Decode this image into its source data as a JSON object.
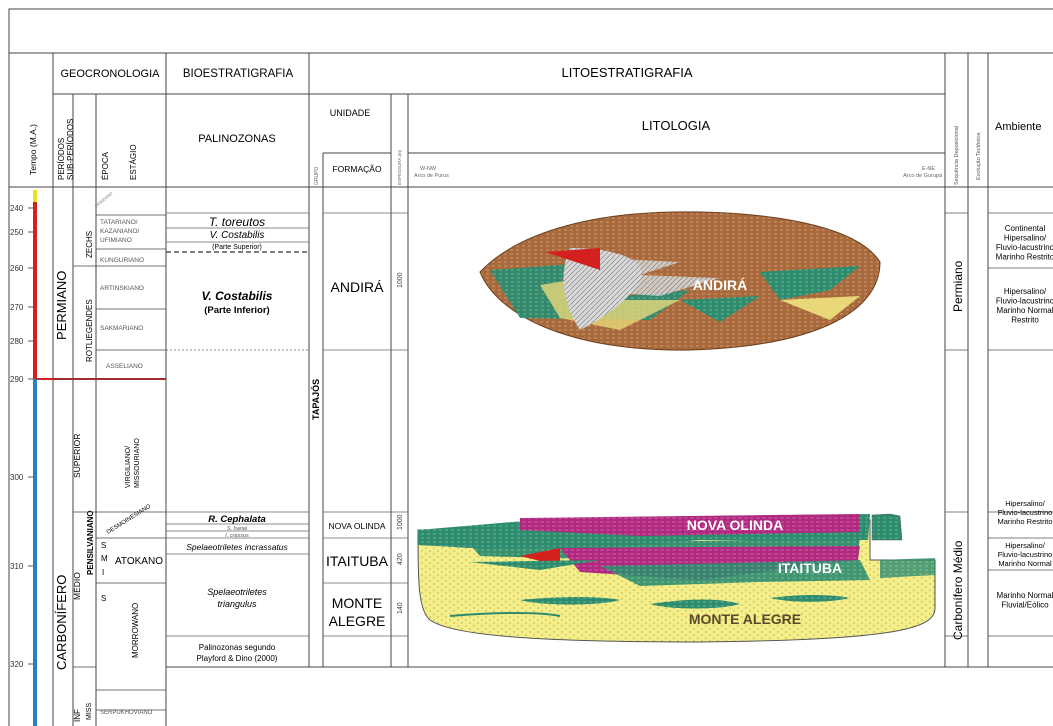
{
  "headers": {
    "geocronologia": "GEOCRONOLOGIA",
    "bioestratigrafia": "BIOESTRATIGRAFIA",
    "litoestratigrafia": "LITOESTRATIGRAFIA",
    "tempo": "Tempo (M.A.)",
    "periodos": "PERÍODOS",
    "subperiodos": "SUB-PERÍODOS",
    "epoca": "ÉPOCA",
    "estagio": "ESTÁGIO",
    "palinozonas": "PALINOZONAS",
    "unidade": "UNIDADE",
    "grupo": "GRUPO",
    "formacao": "FORMAÇÃO",
    "espessura": "ESPESSURA (m)",
    "litologia": "LITOLOGIA",
    "seq_deposicional": "Sequência Deposicional",
    "evolucao_tectonica": "Evolução Tectônica",
    "ambiente": "Ambiente"
  },
  "section_labels": {
    "left_dir": "W-NW",
    "left_place": "Arco de Purus",
    "right_dir": "E-NE",
    "right_place": "Arco de Gurupá"
  },
  "ages": [
    "240",
    "250",
    "260",
    "270",
    "280",
    "290",
    "300",
    "310",
    "320"
  ],
  "periods": {
    "permiano": "PERMIANO",
    "carbonifero": "CARBONÍFERO"
  },
  "subperiods": {
    "zechs": "ZECHS",
    "rotliegendes": "ROTLIEGENDES",
    "superior": "SUPERIOR",
    "medio": "MÉDIO",
    "inf": "INF",
    "pensilvaniano": "PENSILVANIANO",
    "miss": "MISS"
  },
  "epoch_letters": [
    "S",
    "M",
    "I",
    "S"
  ],
  "stages": {
    "tatariano": "TATARIANO/",
    "kazaniano": "KAZANIANO/",
    "ufimiano": "UFIMIANO",
    "kunguriano": "KUNGURIANO",
    "artinskiano": "ARTINSKIANO",
    "sakmariano": "SAKMARIANO",
    "asseliano": "ASSELIANO",
    "virgiliano": "VIRGILIANO/",
    "missouriano": "MISSOURIANO",
    "desmoinesiano": "DESMOINESIANO",
    "atokano": "ATOKANO",
    "morrowano": "MORROWANO",
    "serpukhoviano": "SERPUKHOVIANO"
  },
  "palinozonas": {
    "t_toreutos": "T. toreutos",
    "v_costabilis_1": "V. Costabilis",
    "parte_superior": "(Parte Superior)",
    "v_costabilis_2": "V. Costabilis",
    "parte_inferior": "(Parte Inferior)",
    "r_cephalata": "R. Cephalata",
    "s_hariai": "S. hariai",
    "i_crassus": "I. crassus",
    "s_incrassatus": "Spelaeotriletes incrassatus",
    "s_triangulus_1": "Spelaeotriletes",
    "s_triangulus_2": "triangulus",
    "fonte_1": "Palinozonas segundo",
    "fonte_2": "Playford & Dino (2000)"
  },
  "grupo": "TAPAJÓS",
  "formations": {
    "andira": "ANDIRÁ",
    "nova_olinda": "NOVA OLINDA",
    "itaituba": "ITAITUBA",
    "monte_alegre_1": "MONTE",
    "monte_alegre_2": "ALEGRE"
  },
  "thickness": {
    "andira": "1000",
    "nova_olinda": "1000",
    "itaituba": "420",
    "monte_alegre": "140"
  },
  "lith_labels": {
    "andira": "ANDIRÁ",
    "nova_olinda": "NOVA OLINDA",
    "itaituba": "ITAITUBA",
    "monte_alegre": "MONTE ALEGRE"
  },
  "sequences": {
    "permiano": "Permiano",
    "carbonifero": "Carbonífero Médio"
  },
  "ambiente": {
    "a1": [
      "Continental",
      "Hipersalino/",
      "Fluvio-lacustrino",
      "Marinho Restrito"
    ],
    "a2": [
      "Hipersalino/",
      "Fluvio-lacustrino",
      "Marinho Normal",
      "Restrito"
    ],
    "a3": [
      "Hipersalino/",
      "Fluvio-lacustrino",
      "Marinho Restrito"
    ],
    "a4": [
      "Hipersalino/",
      "Fluvio-lacustrino",
      "Marinho Normal"
    ],
    "a5": [
      "Marinho Normal",
      "Fluvial/Eólico"
    ]
  },
  "colors": {
    "brown": "#a86a3c",
    "green": "#2e8b6e",
    "magenta": "#b02880",
    "yellow": "#f4ef8a",
    "red": "#e01a1a",
    "blue": "#2a7fc1",
    "grey": "#c9c9c9"
  }
}
